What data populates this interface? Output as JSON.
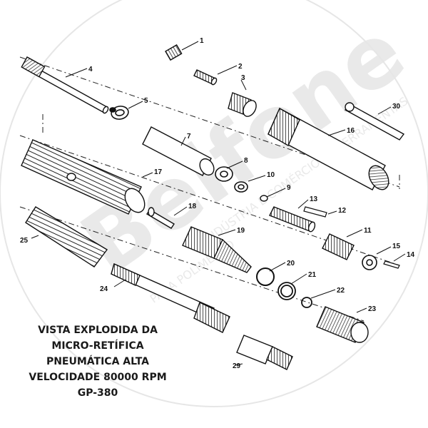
{
  "caption": {
    "line1": "VISTA EXPLODIDA DA",
    "line2": "MICRO-RETÍFICA",
    "line3": "PNEUMÁTICA ALTA",
    "line4": "VELOCIDADE 80000 RPM",
    "line5": "GP-380"
  },
  "watermark": {
    "brand": "Belfone",
    "tagline1": "INDÚSTRIA E COMÉRCIO DE FERRAMENTAS",
    "tagline2": "PARA POLIMENTO"
  },
  "parts": [
    {
      "id": "p1",
      "number": "1"
    },
    {
      "id": "p2",
      "number": "2"
    },
    {
      "id": "p3",
      "number": "3"
    },
    {
      "id": "p4",
      "number": "4"
    },
    {
      "id": "p5",
      "number": "5"
    },
    {
      "id": "p6",
      "number": "7"
    },
    {
      "id": "p7",
      "number": "8"
    },
    {
      "id": "p8",
      "number": "9"
    },
    {
      "id": "p9",
      "number": "10"
    },
    {
      "id": "p10",
      "number": "11"
    },
    {
      "id": "p11",
      "number": "12"
    },
    {
      "id": "p12",
      "number": "13"
    },
    {
      "id": "p13",
      "number": "14"
    },
    {
      "id": "p14",
      "number": "15"
    },
    {
      "id": "p15",
      "number": "16"
    },
    {
      "id": "p16",
      "number": "17"
    },
    {
      "id": "p17",
      "number": "18"
    },
    {
      "id": "p18",
      "number": "19"
    },
    {
      "id": "p19",
      "number": "20"
    },
    {
      "id": "p20",
      "number": "21"
    },
    {
      "id": "p21",
      "number": "22"
    },
    {
      "id": "p22",
      "number": "23"
    },
    {
      "id": "p23",
      "number": "24"
    },
    {
      "id": "p24",
      "number": "25"
    },
    {
      "id": "p25",
      "number": "29"
    },
    {
      "id": "p26",
      "number": "30"
    }
  ]
}
